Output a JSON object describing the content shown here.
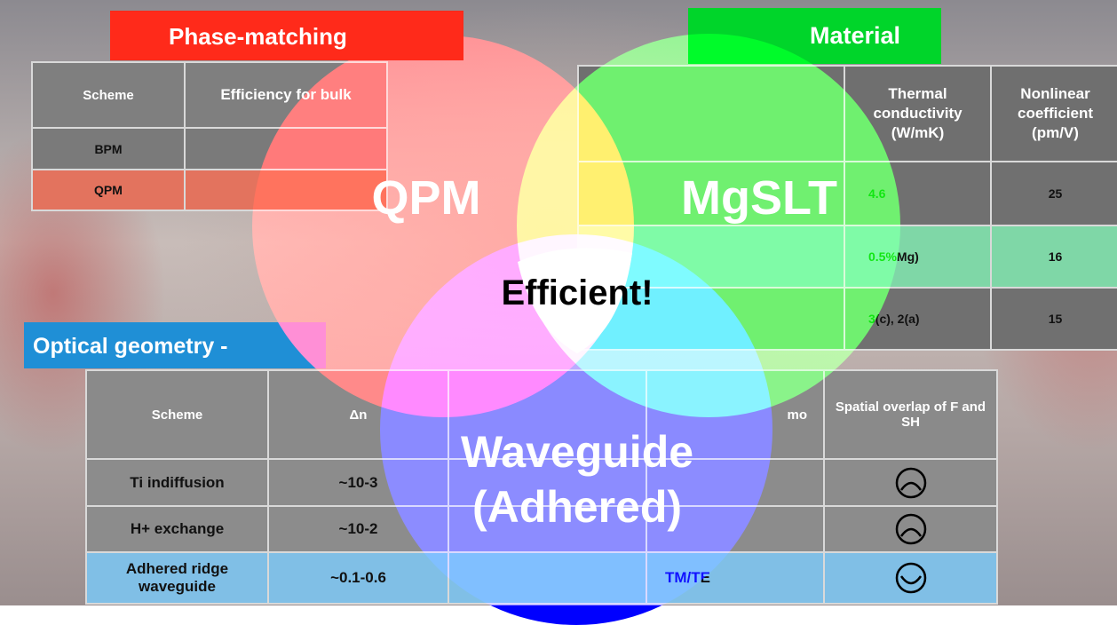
{
  "phase_table": {
    "banner": "Phase-matching",
    "headers": [
      "Scheme",
      "Efficiency for bulk"
    ],
    "rows": [
      {
        "cells": [
          "BPM",
          ""
        ]
      },
      {
        "cells": [
          "QPM",
          ""
        ]
      }
    ]
  },
  "material_table": {
    "banner": "Material",
    "headers": [
      "",
      "Thermal conductivity (W/mK)",
      "Nonlinear coefficient (pm/V)"
    ],
    "rows": [
      {
        "cells": [
          "",
          "4.6",
          "25"
        ]
      },
      {
        "cells": [
          "",
          "0.5%Mg)",
          "16"
        ]
      },
      {
        "cells": [
          "",
          "3(c), 2(a)",
          "15"
        ]
      }
    ]
  },
  "geometry_table": {
    "banner": "Optical geometry -",
    "headers": [
      "Scheme",
      "Δn",
      "",
      "mo",
      "Spatial overlap of F and SH"
    ],
    "rows": [
      {
        "cells": [
          "Ti indiffusion",
          "~10-3",
          "",
          "",
          ""
        ],
        "face": "frown"
      },
      {
        "cells": [
          "H+ exchange",
          "~10-2",
          "",
          "",
          ""
        ],
        "face": "frown"
      },
      {
        "cells": [
          "Adhered ridge waveguide",
          "~0.1-0.6",
          "",
          "TM/TE",
          ""
        ],
        "face": "smile"
      }
    ]
  },
  "venn": {
    "red_label": "QPM",
    "green_label": "MgSLT",
    "blue_label": "Waveguide (Adhered)",
    "center_label": "Efficient!",
    "colors": {
      "red": "#ff0000",
      "green": "#00e400",
      "blue": "#0000ff"
    }
  }
}
